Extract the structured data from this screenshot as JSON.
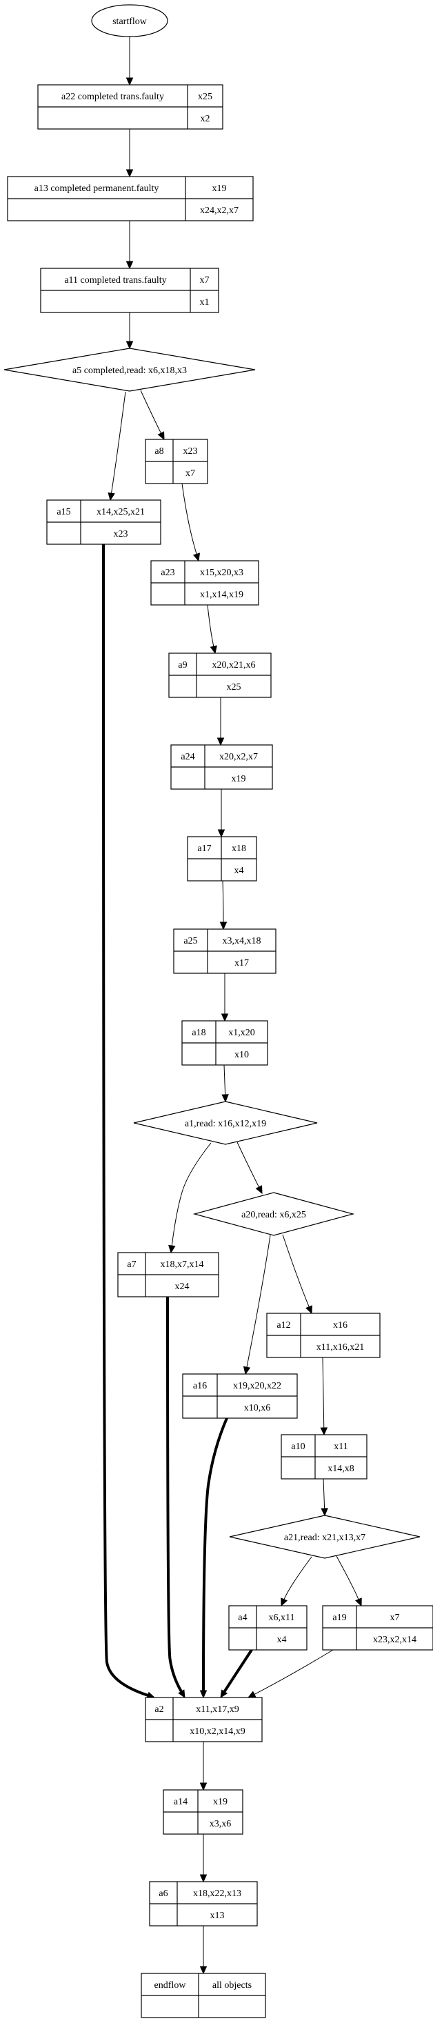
{
  "diagram": {
    "type": "flow-graph",
    "nodes": [
      {
        "id": "startflow",
        "shape": "ellipse",
        "label": "startflow"
      },
      {
        "id": "a22",
        "shape": "record",
        "name": "a22  completed trans.faulty",
        "top": "x25",
        "bottom": "x2"
      },
      {
        "id": "a13",
        "shape": "record",
        "name": "a13  completed permanent.faulty",
        "top": "x19",
        "bottom": "x24,x2,x7"
      },
      {
        "id": "a11",
        "shape": "record",
        "name": "a11  completed trans.faulty",
        "top": "x7",
        "bottom": "x1"
      },
      {
        "id": "a5",
        "shape": "diamond",
        "label": "a5  completed,read: x6,x18,x3"
      },
      {
        "id": "a8",
        "shape": "record",
        "name": "a8",
        "top": "x23",
        "bottom": "x7"
      },
      {
        "id": "a15",
        "shape": "record",
        "name": "a15",
        "top": "x14,x25,x21",
        "bottom": "x23"
      },
      {
        "id": "a23",
        "shape": "record",
        "name": "a23",
        "top": "x15,x20,x3",
        "bottom": "x1,x14,x19"
      },
      {
        "id": "a9",
        "shape": "record",
        "name": "a9",
        "top": "x20,x21,x6",
        "bottom": "x25"
      },
      {
        "id": "a24",
        "shape": "record",
        "name": "a24",
        "top": "x20,x2,x7",
        "bottom": "x19"
      },
      {
        "id": "a17",
        "shape": "record",
        "name": "a17",
        "top": "x18",
        "bottom": "x4"
      },
      {
        "id": "a25",
        "shape": "record",
        "name": "a25",
        "top": "x3,x4,x18",
        "bottom": "x17"
      },
      {
        "id": "a18",
        "shape": "record",
        "name": "a18",
        "top": "x1,x20",
        "bottom": "x10"
      },
      {
        "id": "a1",
        "shape": "diamond",
        "label": "a1,read: x16,x12,x19"
      },
      {
        "id": "a20",
        "shape": "diamond",
        "label": "a20,read: x6,x25"
      },
      {
        "id": "a7",
        "shape": "record",
        "name": "a7",
        "top": "x18,x7,x14",
        "bottom": "x24"
      },
      {
        "id": "a12",
        "shape": "record",
        "name": "a12",
        "top": "x16",
        "bottom": "x11,x16,x21"
      },
      {
        "id": "a16",
        "shape": "record",
        "name": "a16",
        "top": "x19,x20,x22",
        "bottom": "x10,x6"
      },
      {
        "id": "a10",
        "shape": "record",
        "name": "a10",
        "top": "x11",
        "bottom": "x14,x8"
      },
      {
        "id": "a21",
        "shape": "diamond",
        "label": "a21,read: x21,x13,x7"
      },
      {
        "id": "a4",
        "shape": "record",
        "name": "a4",
        "top": "x6,x11",
        "bottom": "x4"
      },
      {
        "id": "a19",
        "shape": "record",
        "name": "a19",
        "top": "x7",
        "bottom": "x23,x2,x14"
      },
      {
        "id": "a2",
        "shape": "record",
        "name": "a2",
        "top": "x11,x17,x9",
        "bottom": "x10,x2,x14,x9"
      },
      {
        "id": "a14",
        "shape": "record",
        "name": "a14",
        "top": "x19",
        "bottom": "x3,x6"
      },
      {
        "id": "a6",
        "shape": "record",
        "name": "a6",
        "top": "x18,x22,x13",
        "bottom": "x13"
      },
      {
        "id": "endflow",
        "shape": "record",
        "name": "endflow",
        "top": "all objects",
        "bottom": ""
      }
    ],
    "edges": [
      {
        "from": "startflow",
        "to": "a22",
        "bold": false
      },
      {
        "from": "a22",
        "to": "a13",
        "bold": false
      },
      {
        "from": "a13",
        "to": "a11",
        "bold": false
      },
      {
        "from": "a11",
        "to": "a5",
        "bold": false
      },
      {
        "from": "a5",
        "to": "a15",
        "bold": false
      },
      {
        "from": "a5",
        "to": "a8",
        "bold": false
      },
      {
        "from": "a8",
        "to": "a23",
        "bold": false
      },
      {
        "from": "a23",
        "to": "a9",
        "bold": false
      },
      {
        "from": "a9",
        "to": "a24",
        "bold": false
      },
      {
        "from": "a24",
        "to": "a17",
        "bold": false
      },
      {
        "from": "a17",
        "to": "a25",
        "bold": false
      },
      {
        "from": "a25",
        "to": "a18",
        "bold": false
      },
      {
        "from": "a18",
        "to": "a1",
        "bold": false
      },
      {
        "from": "a1",
        "to": "a7",
        "bold": false
      },
      {
        "from": "a1",
        "to": "a20",
        "bold": false
      },
      {
        "from": "a20",
        "to": "a16",
        "bold": false
      },
      {
        "from": "a20",
        "to": "a12",
        "bold": false
      },
      {
        "from": "a12",
        "to": "a10",
        "bold": false
      },
      {
        "from": "a10",
        "to": "a21",
        "bold": false
      },
      {
        "from": "a21",
        "to": "a4",
        "bold": false
      },
      {
        "from": "a21",
        "to": "a19",
        "bold": false
      },
      {
        "from": "a15",
        "to": "a2",
        "bold": true
      },
      {
        "from": "a7",
        "to": "a2",
        "bold": true
      },
      {
        "from": "a16",
        "to": "a2",
        "bold": true
      },
      {
        "from": "a4",
        "to": "a2",
        "bold": true
      },
      {
        "from": "a19",
        "to": "a2",
        "bold": false
      },
      {
        "from": "a2",
        "to": "a14",
        "bold": false
      },
      {
        "from": "a14",
        "to": "a6",
        "bold": false
      },
      {
        "from": "a6",
        "to": "endflow",
        "bold": false
      }
    ]
  }
}
